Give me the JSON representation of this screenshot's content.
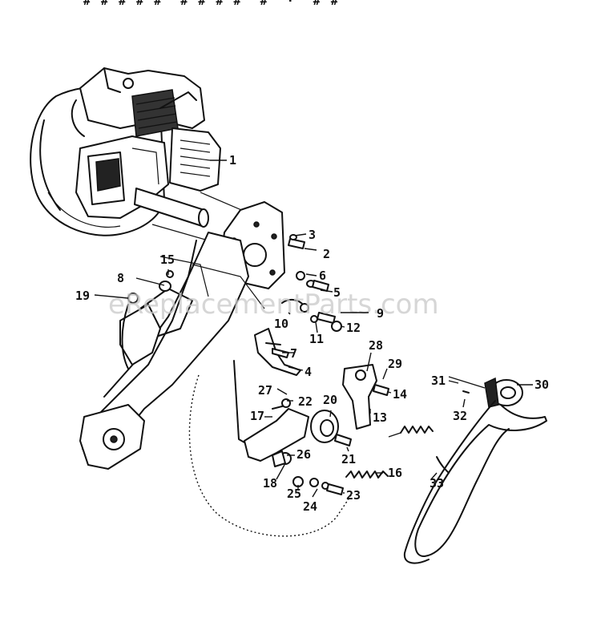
{
  "header": {
    "text": "# # # # #  # # # #  #  ·  # #"
  },
  "watermark": {
    "text": "eReplacementParts.com"
  },
  "colors": {
    "ink": "#111111",
    "paper": "#ffffff",
    "watermark": "#c9c9c9"
  },
  "callouts": [
    {
      "id": "1",
      "label": "1"
    },
    {
      "id": "2",
      "label": "2"
    },
    {
      "id": "3",
      "label": "3"
    },
    {
      "id": "4",
      "label": "4"
    },
    {
      "id": "5",
      "label": "5"
    },
    {
      "id": "6",
      "label": "6"
    },
    {
      "id": "7",
      "label": "7"
    },
    {
      "id": "8",
      "label": "8"
    },
    {
      "id": "9",
      "label": "9"
    },
    {
      "id": "10",
      "label": "10"
    },
    {
      "id": "11",
      "label": "11"
    },
    {
      "id": "12",
      "label": "12"
    },
    {
      "id": "13",
      "label": "13"
    },
    {
      "id": "14",
      "label": "14"
    },
    {
      "id": "15",
      "label": "15"
    },
    {
      "id": "16",
      "label": "16"
    },
    {
      "id": "17",
      "label": "17"
    },
    {
      "id": "18",
      "label": "18"
    },
    {
      "id": "19",
      "label": "19"
    },
    {
      "id": "20",
      "label": "20"
    },
    {
      "id": "21",
      "label": "21"
    },
    {
      "id": "22",
      "label": "22"
    },
    {
      "id": "23",
      "label": "23"
    },
    {
      "id": "24",
      "label": "24"
    },
    {
      "id": "25",
      "label": "25"
    },
    {
      "id": "26",
      "label": "26"
    },
    {
      "id": "27",
      "label": "27"
    },
    {
      "id": "28",
      "label": "28"
    },
    {
      "id": "29",
      "label": "29"
    },
    {
      "id": "30",
      "label": "30"
    },
    {
      "id": "31",
      "label": "31"
    },
    {
      "id": "32",
      "label": "32"
    },
    {
      "id": "33",
      "label": "33"
    }
  ]
}
